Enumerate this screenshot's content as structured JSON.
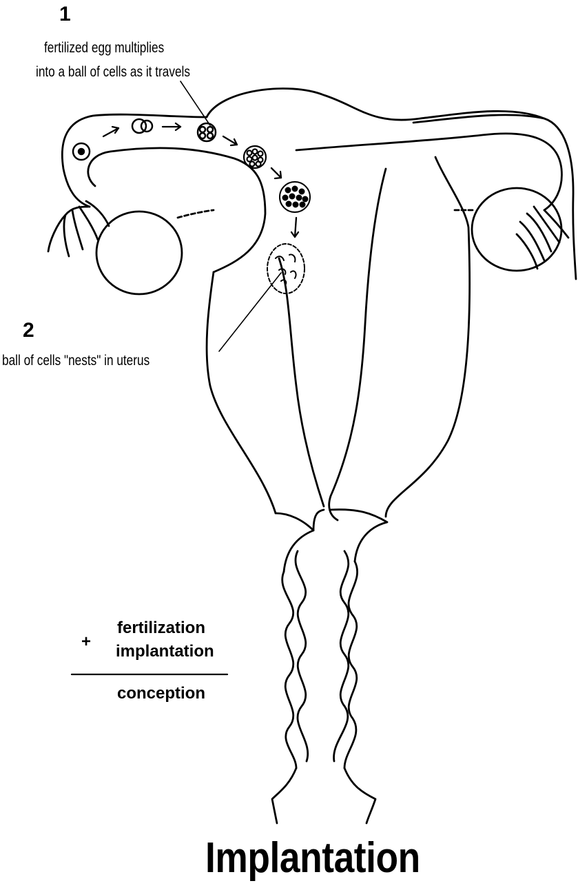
{
  "step1": {
    "number": "1",
    "line1": "fertilized egg multiplies",
    "line2": "into a ball of cells as it travels"
  },
  "step2": {
    "number": "2",
    "caption": "ball of cells \"nests\" in uterus"
  },
  "equation": {
    "plus": "+",
    "term1": "fertilization",
    "term2": "implantation",
    "result": "conception"
  },
  "title": "Implantation"
}
